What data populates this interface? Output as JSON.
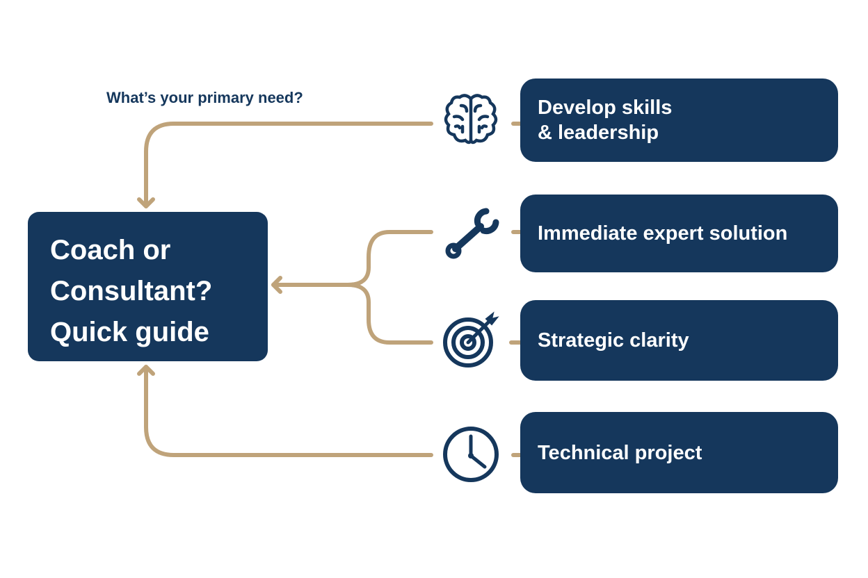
{
  "question": "What’s your primary need?",
  "main_box": {
    "lines": [
      "Coach or",
      "Consultant?",
      "Quick guide"
    ]
  },
  "options": [
    {
      "icon": "brain-icon",
      "lines": [
        "Develop skills",
        "& leadership"
      ]
    },
    {
      "icon": "wrench-icon",
      "lines": [
        "Immediate expert solution"
      ]
    },
    {
      "icon": "target-icon",
      "lines": [
        "Strategic clarity"
      ]
    },
    {
      "icon": "clock-icon",
      "lines": [
        "Technical project"
      ]
    }
  ],
  "colors": {
    "navy": "#15375c",
    "tan": "#bfa37a"
  }
}
